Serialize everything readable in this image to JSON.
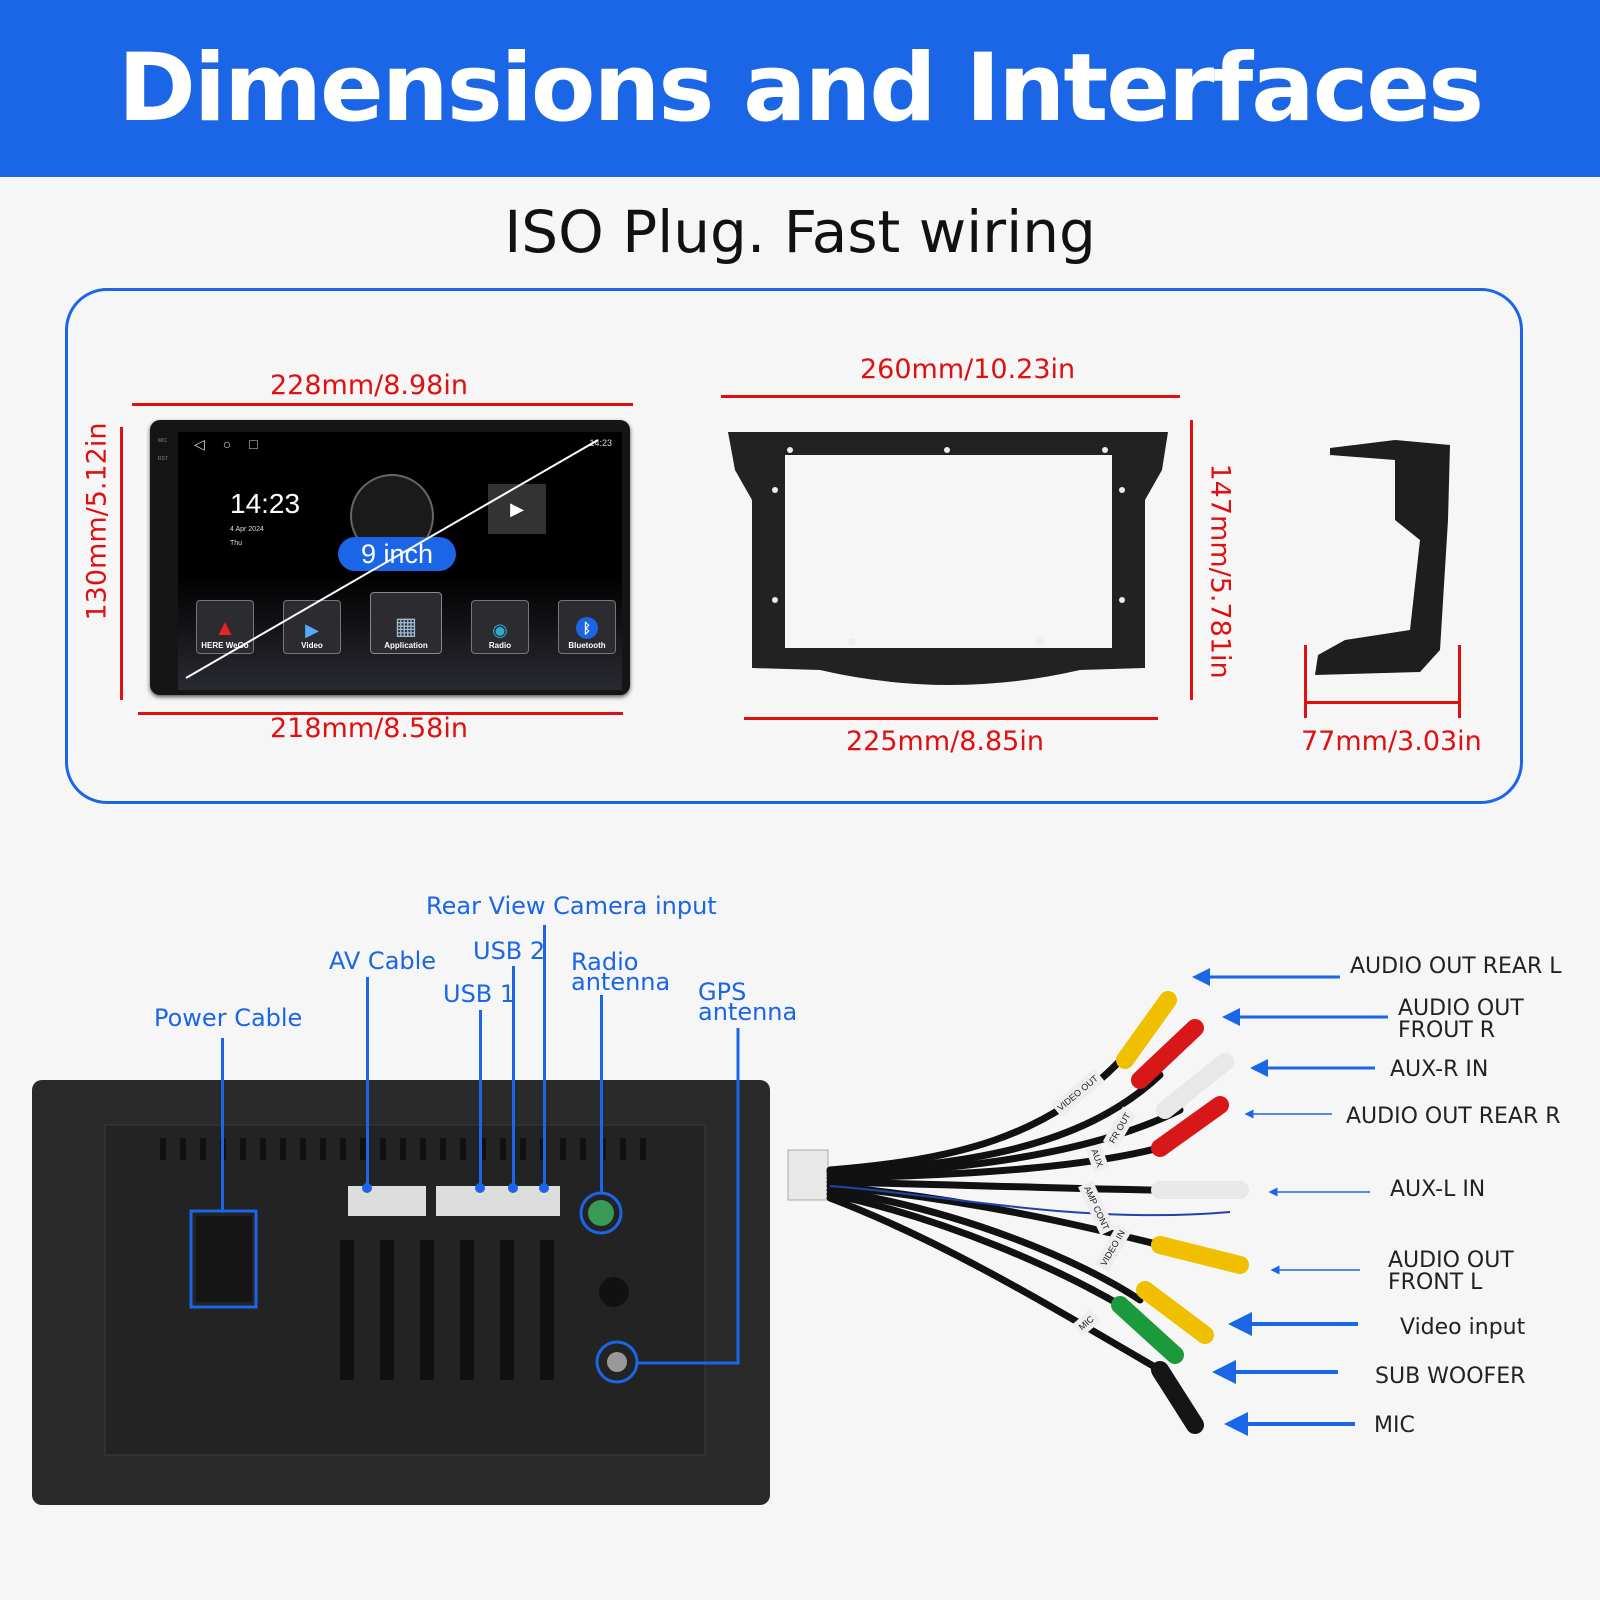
{
  "header": {
    "title": "Dimensions and Interfaces"
  },
  "subtitle": "ISO Plug. Fast wiring",
  "dimensions": {
    "screen_top": "228mm/8.98in",
    "screen_height": "130mm/5.12in",
    "screen_bottom": "218mm/8.58in",
    "frame_top": "260mm/10.23in",
    "frame_height": "147mm/5.781in",
    "frame_bottom": "225mm/8.85in",
    "depth": "77mm/3.03in"
  },
  "screen": {
    "size_badge": "9 inch",
    "time": "14:23",
    "date": "4 Apr  2024",
    "day": "Thu",
    "status_time": "14:23",
    "side_labels": [
      "MIC",
      "RST"
    ],
    "apps": [
      "HERE WeGo",
      "Video",
      "Application",
      "Radio",
      "Bluetooth"
    ],
    "accent": "#1a66e6"
  },
  "back_panel": {
    "callouts": {
      "power": "Power Cable",
      "av": "AV Cable",
      "usb1": "USB 1",
      "usb2": "USB 2",
      "camera": "Rear View Camera input",
      "radio_1": "Radio",
      "radio_2": "antenna",
      "gps_1": "GPS",
      "gps_2": "antenna"
    }
  },
  "harness": {
    "labels": [
      {
        "l1": "AUDIO OUT REAR L",
        "l2": ""
      },
      {
        "l1": "AUDIO OUT",
        "l2": "FROUT R"
      },
      {
        "l1": "AUX-R IN",
        "l2": ""
      },
      {
        "l1": "AUDIO OUT REAR R",
        "l2": ""
      },
      {
        "l1": "AUX-L IN",
        "l2": ""
      },
      {
        "l1": "AUDIO OUT",
        "l2": "FRONT L"
      },
      {
        "l1": "Video input",
        "l2": ""
      },
      {
        "l1": "SUB WOOFER",
        "l2": ""
      },
      {
        "l1": "MIC",
        "l2": ""
      }
    ],
    "tags": [
      "VIDEO OUT",
      "FR OUT",
      "AUX",
      "AMP CONT",
      "VIDEO IN",
      "MIC"
    ]
  }
}
